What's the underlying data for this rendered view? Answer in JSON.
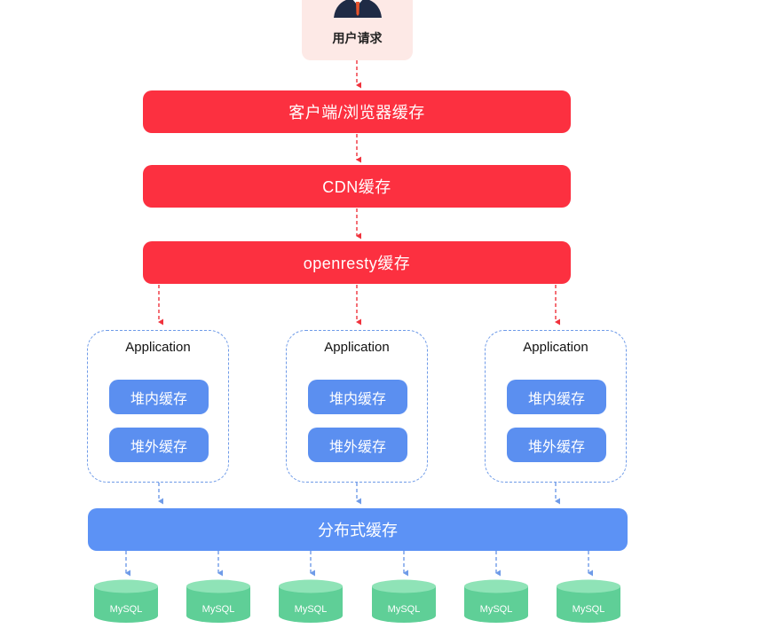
{
  "user": {
    "label": "用户请求",
    "icon": "person-avatar-icon"
  },
  "layers": [
    {
      "label": "客户端/浏览器缓存"
    },
    {
      "label": "CDN缓存"
    },
    {
      "label": "openresty缓存"
    }
  ],
  "applications": [
    {
      "title": "Application",
      "caches": [
        "堆内缓存",
        "堆外缓存"
      ]
    },
    {
      "title": "Application",
      "caches": [
        "堆内缓存",
        "堆外缓存"
      ]
    },
    {
      "title": "Application",
      "caches": [
        "堆内缓存",
        "堆外缓存"
      ]
    }
  ],
  "distributed_cache": {
    "label": "分布式缓存"
  },
  "databases": [
    {
      "label": "MySQL"
    },
    {
      "label": "MySQL"
    },
    {
      "label": "MySQL"
    },
    {
      "label": "MySQL"
    },
    {
      "label": "MySQL"
    },
    {
      "label": "MySQL"
    }
  ],
  "colors": {
    "red_layer": "#fc3040",
    "red_arrow": "#f0323c",
    "blue_pill": "#5b8ff0",
    "blue_dash": "#6f9be8",
    "dist_cache": "#5c92f5",
    "db_green": "#5fcf97",
    "db_green_top": "#8fe3b7",
    "user_bg": "#fde9e6"
  }
}
